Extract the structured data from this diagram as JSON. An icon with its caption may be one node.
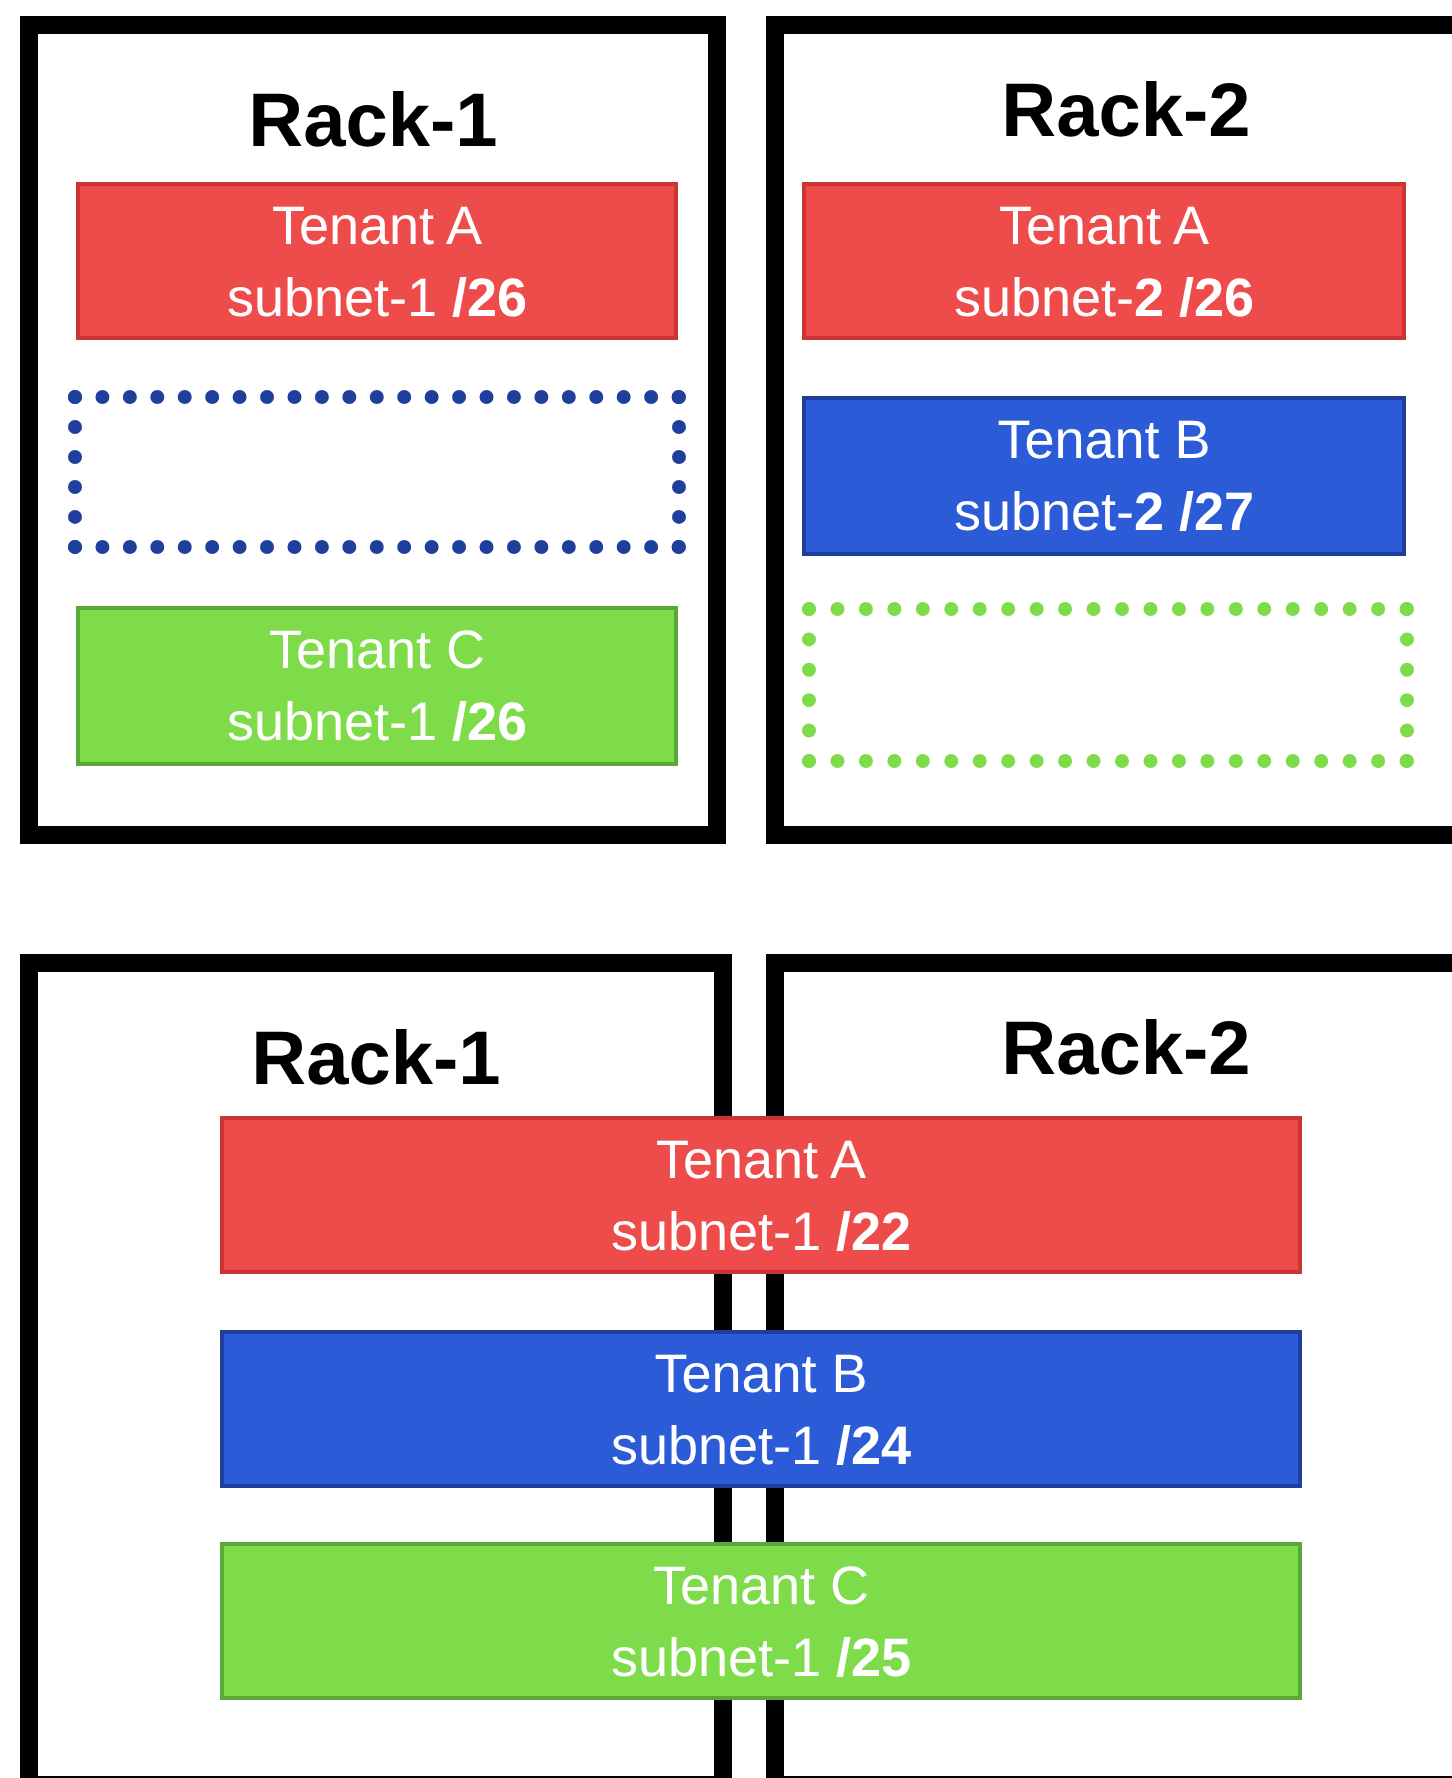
{
  "diagram": {
    "nodes": [
      {
        "text": [
          "Rack-1"
        ]
      },
      {
        "text": [
          "Tenant A",
          "subnet-1 **/26**"
        ],
        "in": 0
      },
      {
        "text": [],
        "shape": "box",
        "in": 0
      },
      {
        "text": [
          "Tenant C",
          "subnet-1 **/26**"
        ],
        "in": 0
      },
      {
        "text": [
          "Rack-2"
        ]
      },
      {
        "text": [
          "Tenant A",
          "subnet-**2 /26**"
        ],
        "in": 4
      },
      {
        "text": [
          "Tenant B",
          "subnet-**2 /27**"
        ],
        "in": 4
      },
      {
        "text": [],
        "shape": "box",
        "in": 4
      },
      {
        "text": [
          "Rack-1"
        ]
      },
      {
        "text": [
          "Rack-2"
        ]
      },
      {
        "text": [
          "Tenant A",
          "subnet-1 **/22**"
        ]
      },
      {
        "text": [
          "Tenant B",
          "subnet-1 **/24**"
        ]
      },
      {
        "text": [
          "Tenant C",
          "subnet-1 **/25**"
        ]
      }
    ]
  }
}
